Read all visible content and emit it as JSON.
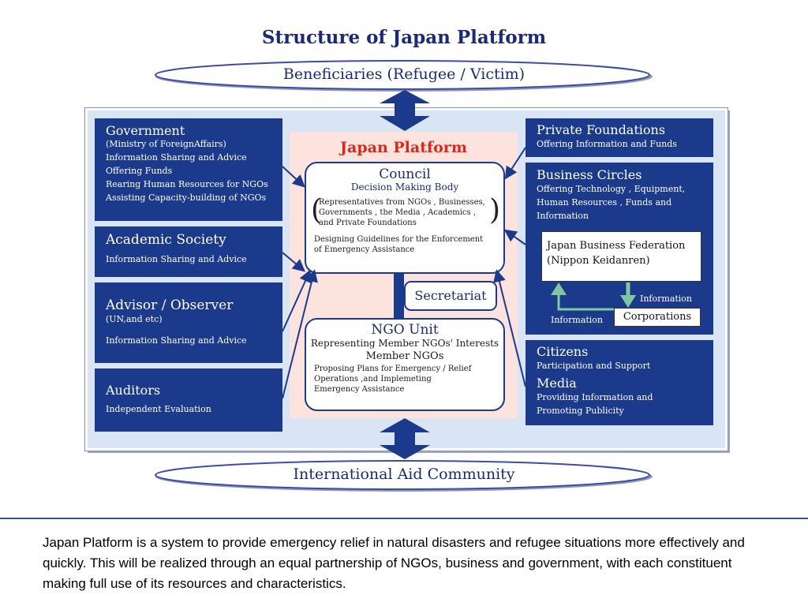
{
  "title": "Structure of Japan Platform",
  "top_oval": "Beneficiaries (Refugee / Victim)",
  "bottom_oval": "International Aid Community",
  "left_boxes": [
    {
      "heading": "Government",
      "lines": [
        "(Ministry of ForeignAffairs)",
        "Information Sharing and Advice",
        "Offering Funds",
        "Rearing Human Resources for NGOs",
        "Assisting Capacity-building of NGOs"
      ]
    },
    {
      "heading": "Academic Society",
      "lines": [
        "Information Sharing and Advice"
      ]
    },
    {
      "heading": "Advisor / Observer",
      "lines": [
        "(UN,and etc)",
        "Information Sharing and Advice"
      ]
    },
    {
      "heading": "Auditors",
      "lines": [
        "Independent Evaluation"
      ]
    }
  ],
  "center": {
    "title": "Japan Platform",
    "council": {
      "heading": "Council",
      "subheading": "Decision Making Body",
      "members": [
        "Representatives from NGOs , Businesses,",
        "Governments , the Media , Academics ,",
        "and Private Foundations"
      ],
      "guidelines": [
        "Designing Guidelines for the Enforcement",
        "of Emergency Assistance"
      ]
    },
    "secretariat": "Secretariat",
    "ngo_unit": {
      "heading": "NGO Unit",
      "line1": "Representing Member NGOs' Interests",
      "line2": "Member NGOs",
      "plans": [
        "Proposing Plans for Emergency / Relief",
        "Operations ,and Implemeting",
        "Emergency Assistance"
      ]
    }
  },
  "right_boxes": {
    "private_foundations": {
      "heading": "Private Foundations",
      "lines": [
        "Offering Information and Funds"
      ]
    },
    "business_circles": {
      "heading": "Business Circles",
      "lines": [
        "Offering Technology , Equipment,",
        "Human Resources , Funds and",
        "Information"
      ]
    },
    "keidanren": [
      "Japan Business Federation",
      "(Nippon Keidanren)"
    ],
    "information_right": "Information",
    "information_left": "Information",
    "corporations": "Corporations",
    "citizens": {
      "heading": "Citizens",
      "lines": [
        "Participation and Support"
      ]
    },
    "media": {
      "heading": "Media",
      "lines": [
        "Providing Information and",
        "Promoting Publicity"
      ]
    }
  },
  "caption": "Japan Platform is a system to provide emergency relief in natural disasters and refugee situations more effectively and quickly. This will be realized through an equal partnership of NGOs, business and government, with each constituent making full use of its resources and characteristics.",
  "colors": {
    "navy": "#1b3a8c",
    "title_red": "#e0261b",
    "pink_panel": "#fde3de",
    "frame_bg": "#d9e4f4",
    "arrow_green": "#7fc8a0"
  }
}
